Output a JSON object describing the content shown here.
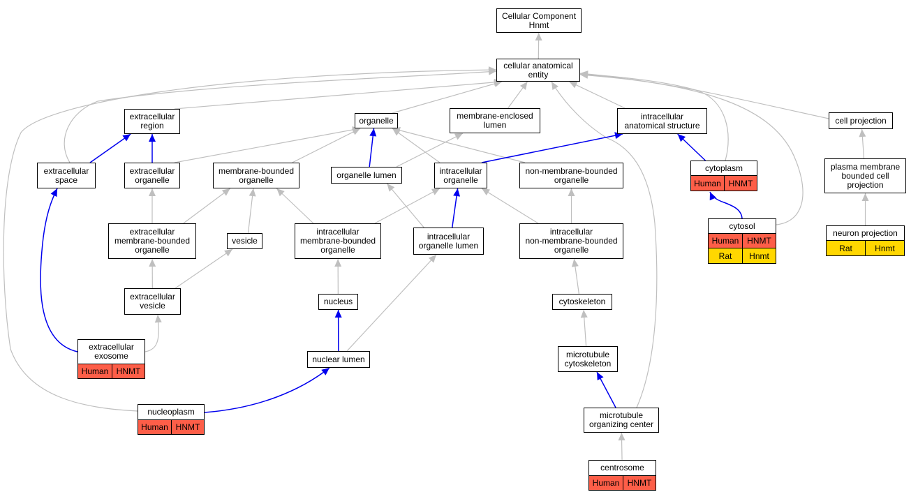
{
  "colors": {
    "human": "#fd5e48",
    "rat": "#ffd700",
    "edge_gray": "#bfbfbf",
    "edge_blue": "#0000ee"
  },
  "nodes": {
    "root": "Cellular Component\nHnmt",
    "cae": "cellular anatomical\nentity",
    "er": "extracellular\nregion",
    "organelle": "organelle",
    "mel": "membrane-enclosed\nlumen",
    "ias": "intracellular\nanatomical structure",
    "cp": "cell projection",
    "es": "extracellular\nspace",
    "eo": "extracellular\norganelle",
    "mbo": "membrane-bounded\norganelle",
    "ol": "organelle lumen",
    "io": "intracellular\norganelle",
    "nmbo": "non-membrane-bounded\norganelle",
    "cyto": "cytoplasm",
    "pmbcp": "plasma membrane\nbounded cell\nprojection",
    "embo": "extracellular\nmembrane-bounded\norganelle",
    "vesicle": "vesicle",
    "imbo": "intracellular\nmembrane-bounded\norganelle",
    "iol": "intracellular\norganelle lumen",
    "inmbo": "intracellular\nnon-membrane-bounded\norganelle",
    "cytosol": "cytosol",
    "np": "neuron projection",
    "ev": "extracellular\nvesicle",
    "nucleus": "nucleus",
    "cytosk": "cytoskeleton",
    "exo": "extracellular\nexosome",
    "nl": "nuclear lumen",
    "mtc": "microtubule\ncytoskeleton",
    "nucleo": "nucleoplasm",
    "mtoc": "microtubule\norganizing center",
    "centro": "centrosome"
  },
  "annotations": {
    "cyto": [
      {
        "species": "Human",
        "gene": "HNMT",
        "color": "human"
      }
    ],
    "cytosol": [
      {
        "species": "Human",
        "gene": "HNMT",
        "color": "human"
      },
      {
        "species": "Rat",
        "gene": "Hnmt",
        "color": "rat"
      }
    ],
    "np": [
      {
        "species": "Rat",
        "gene": "Hnmt",
        "color": "rat"
      }
    ],
    "exo": [
      {
        "species": "Human",
        "gene": "HNMT",
        "color": "human"
      }
    ],
    "nucleo": [
      {
        "species": "Human",
        "gene": "HNMT",
        "color": "human"
      }
    ],
    "centro": [
      {
        "species": "Human",
        "gene": "HNMT",
        "color": "human"
      }
    ]
  },
  "edges": [
    {
      "from": "cae",
      "to": "root",
      "color": "gray"
    },
    {
      "from": "er",
      "to": "cae",
      "color": "gray"
    },
    {
      "from": "organelle",
      "to": "cae",
      "color": "gray"
    },
    {
      "from": "mel",
      "to": "cae",
      "color": "gray"
    },
    {
      "from": "ias",
      "to": "cae",
      "color": "gray"
    },
    {
      "from": "cp",
      "to": "cae",
      "color": "gray"
    },
    {
      "from": "es",
      "to": "cae",
      "color": "gray"
    },
    {
      "from": "cyto",
      "to": "cae",
      "color": "gray"
    },
    {
      "from": "cytosol",
      "to": "cae",
      "color": "gray"
    },
    {
      "from": "mtoc",
      "to": "cae",
      "color": "gray"
    },
    {
      "from": "nucleo",
      "to": "cae",
      "color": "gray"
    },
    {
      "from": "es",
      "to": "er",
      "color": "blue"
    },
    {
      "from": "eo",
      "to": "er",
      "color": "blue"
    },
    {
      "from": "eo",
      "to": "organelle",
      "color": "gray"
    },
    {
      "from": "mbo",
      "to": "organelle",
      "color": "gray"
    },
    {
      "from": "ol",
      "to": "organelle",
      "color": "blue"
    },
    {
      "from": "io",
      "to": "organelle",
      "color": "gray"
    },
    {
      "from": "nmbo",
      "to": "organelle",
      "color": "gray"
    },
    {
      "from": "ol",
      "to": "mel",
      "color": "gray"
    },
    {
      "from": "io",
      "to": "ias",
      "color": "blue"
    },
    {
      "from": "cyto",
      "to": "ias",
      "color": "blue"
    },
    {
      "from": "pmbcp",
      "to": "cp",
      "color": "gray"
    },
    {
      "from": "embo",
      "to": "eo",
      "color": "gray"
    },
    {
      "from": "embo",
      "to": "mbo",
      "color": "gray"
    },
    {
      "from": "vesicle",
      "to": "mbo",
      "color": "gray"
    },
    {
      "from": "imbo",
      "to": "mbo",
      "color": "gray"
    },
    {
      "from": "imbo",
      "to": "io",
      "color": "gray"
    },
    {
      "from": "iol",
      "to": "ol",
      "color": "gray"
    },
    {
      "from": "iol",
      "to": "io",
      "color": "blue"
    },
    {
      "from": "inmbo",
      "to": "io",
      "color": "gray"
    },
    {
      "from": "inmbo",
      "to": "nmbo",
      "color": "gray"
    },
    {
      "from": "cytosol",
      "to": "cyto",
      "color": "blue"
    },
    {
      "from": "np",
      "to": "pmbcp",
      "color": "gray"
    },
    {
      "from": "ev",
      "to": "embo",
      "color": "gray"
    },
    {
      "from": "ev",
      "to": "vesicle",
      "color": "gray"
    },
    {
      "from": "nucleus",
      "to": "imbo",
      "color": "gray"
    },
    {
      "from": "cytosk",
      "to": "inmbo",
      "color": "gray"
    },
    {
      "from": "exo",
      "to": "ev",
      "color": "gray"
    },
    {
      "from": "exo",
      "to": "es",
      "color": "blue"
    },
    {
      "from": "nl",
      "to": "nucleus",
      "color": "blue"
    },
    {
      "from": "nl",
      "to": "iol",
      "color": "gray"
    },
    {
      "from": "mtc",
      "to": "cytosk",
      "color": "gray"
    },
    {
      "from": "nucleo",
      "to": "nl",
      "color": "blue"
    },
    {
      "from": "mtoc",
      "to": "mtc",
      "color": "blue"
    },
    {
      "from": "centro",
      "to": "mtoc",
      "color": "gray"
    }
  ]
}
